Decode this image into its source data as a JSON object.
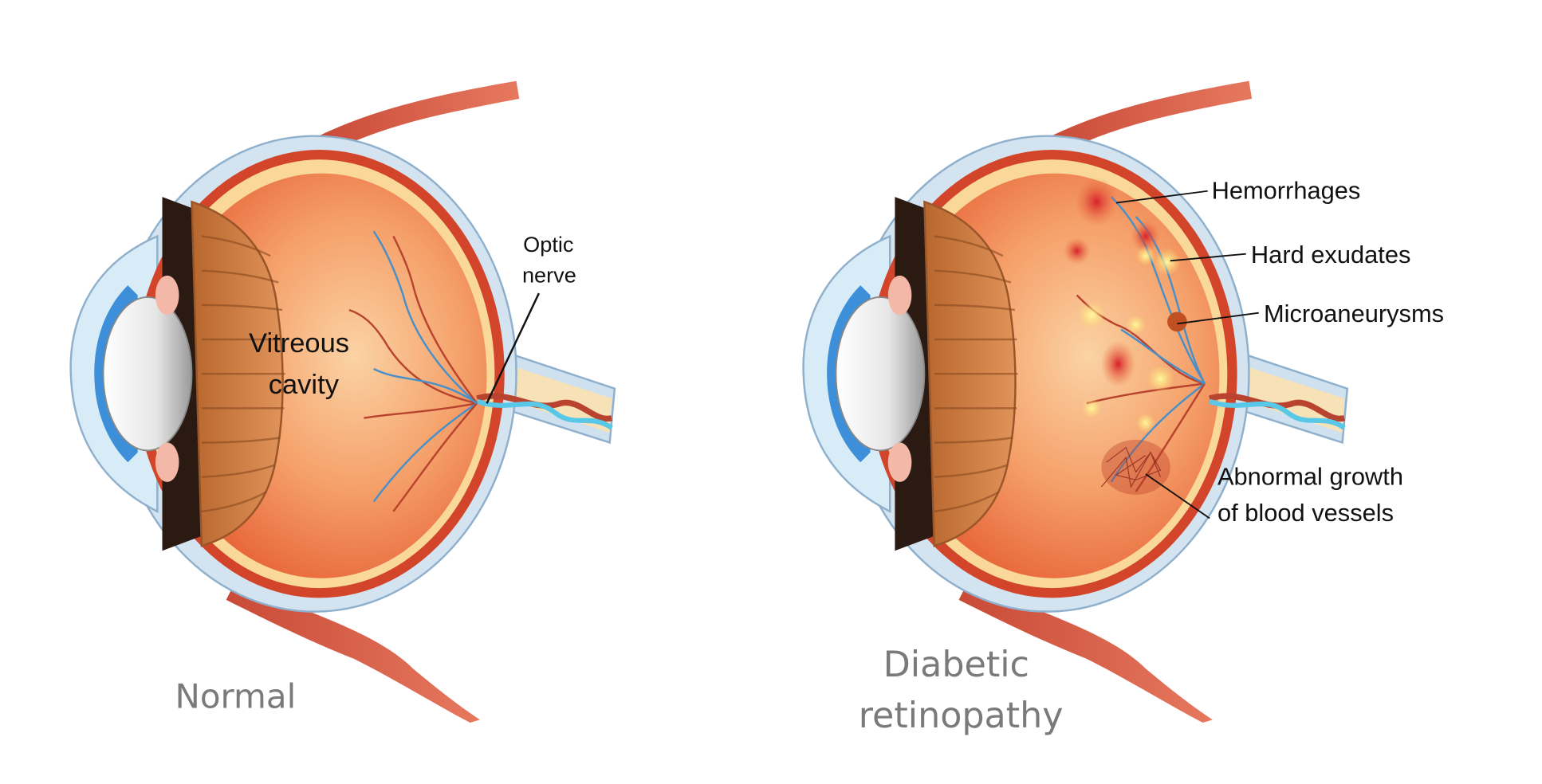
{
  "normal": {
    "title": "Normal",
    "labels": {
      "vitreous_line1": "Vitreous",
      "vitreous_line2": "cavity",
      "optic_line1": "Optic",
      "optic_line2": "nerve"
    }
  },
  "diabetic": {
    "title_line1": "Diabetic",
    "title_line2": "retinopathy",
    "labels": {
      "hemorrhages": "Hemorrhages",
      "hard_exudates": "Hard exudates",
      "microaneurysms": "Microaneurysms",
      "abnormal_line1": "Abnormal growth",
      "abnormal_line2": "of blood vessels"
    }
  },
  "colors": {
    "vitreous": "#f0925a",
    "sclera": "#cfe0ee",
    "muscle": "#d9604a",
    "vein": "#4a90c8",
    "artery": "#b8432e"
  }
}
